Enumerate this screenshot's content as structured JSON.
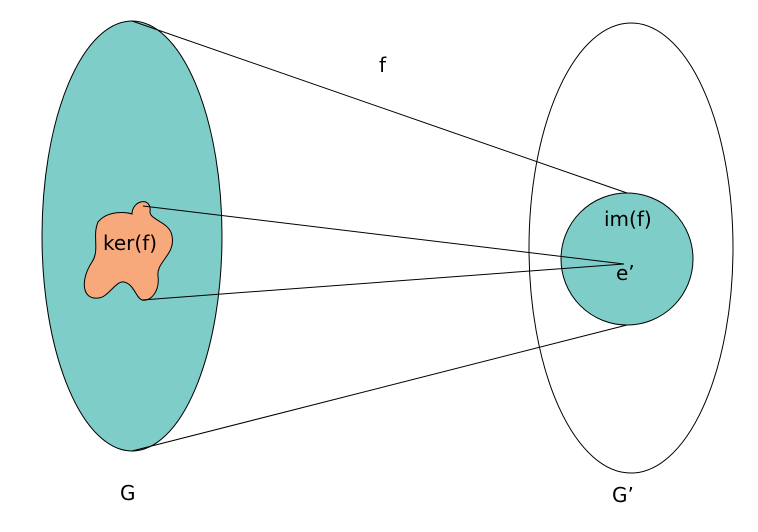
{
  "labels": {
    "map": "f",
    "image": "im(f)",
    "kernel": "ker(f)",
    "identity": "e’",
    "domain": "G",
    "codomain": "G’"
  },
  "colors": {
    "domain_fill": "#7ECDC8",
    "image_fill": "#7ECDC8",
    "kernel_fill": "#F7A97C",
    "stroke": "#000000",
    "codomain_fill": "#FFFFFF"
  }
}
